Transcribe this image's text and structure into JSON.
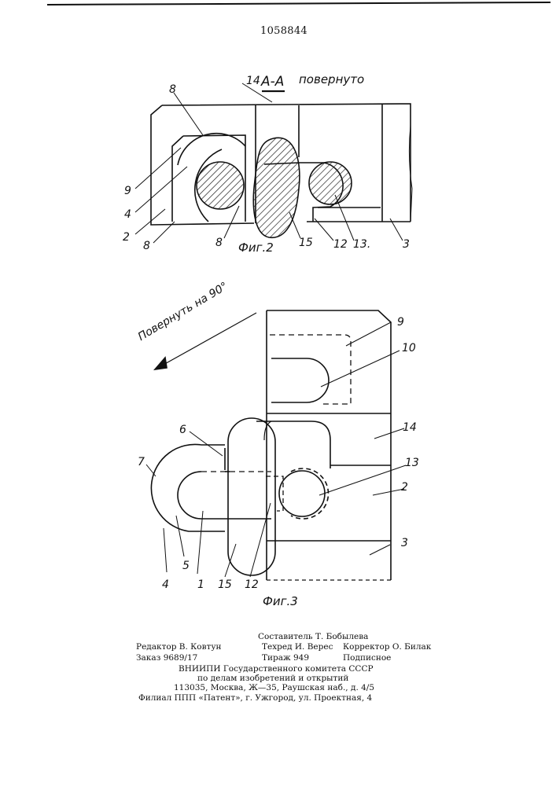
{
  "document": {
    "patent_number": "1058844",
    "section": {
      "label": "А-А",
      "note": "повернуто"
    },
    "fig2_caption": "Фиг.2",
    "fig3_caption": "Фиг.3",
    "rotate_note": "Повернуть на 90°",
    "fig2_callouts": [
      "14",
      "8",
      "9",
      "4",
      "2",
      "8",
      "8",
      "15",
      "12",
      "13.",
      "3"
    ],
    "fig3_callouts": [
      "9",
      "10",
      "14",
      "6",
      "7",
      "13",
      "2",
      "3",
      "4",
      "5",
      "1",
      "15",
      "12"
    ]
  },
  "imprint": {
    "compiler": "Составитель Т. Бобылева",
    "editor": "Редактор В. Ковтун",
    "techred": "Техред И. Верес",
    "corrector": "Корректор О. Билак",
    "order": "Заказ 9689/17",
    "circulation": "Тираж 949",
    "subscription": "Подписное",
    "org_line1": "ВНИИПИ Государственного комитета СССР",
    "org_line2": "по делам изобретений и открытий",
    "address": "113035, Москва, Ж—35, Раушская наб., д. 4/5",
    "branch": "Филиал ППП «Патент», г. Ужгород, ул. Проектная, 4"
  }
}
